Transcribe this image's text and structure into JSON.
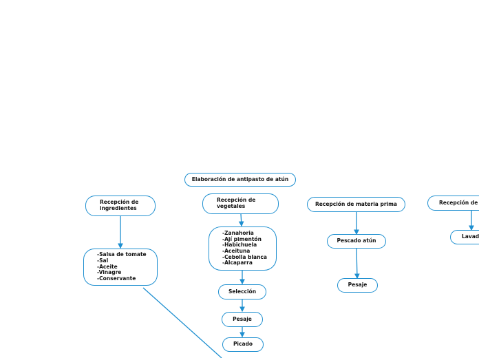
{
  "title": "Elaboración de antipasto de atún",
  "nodes": {
    "ingredientes": "Recepción de\ningredientes",
    "ingredientes_list": "-Salsa de tomate\n-Sal\n-Aceite\n-Vinagre\n-Conservante",
    "vegetales": "Recepción de\nvegetales",
    "vegetales_list": "-Zanahoria\n-Ají pimentón\n-Habichuela\n-Aceituna\n-Cebolla blanca\n-Alcaparra",
    "seleccion": "Selección",
    "pesaje_veg": "Pesaje",
    "picado": "Picado",
    "materia_prima": "Recepción de materia prima",
    "pescado": "Pescado atún",
    "pesaje_atun": "Pesaje",
    "recepcion_e": "Recepción de e",
    "lavado": "Lavado"
  },
  "colors": {
    "accent": "#1e8fd0"
  }
}
